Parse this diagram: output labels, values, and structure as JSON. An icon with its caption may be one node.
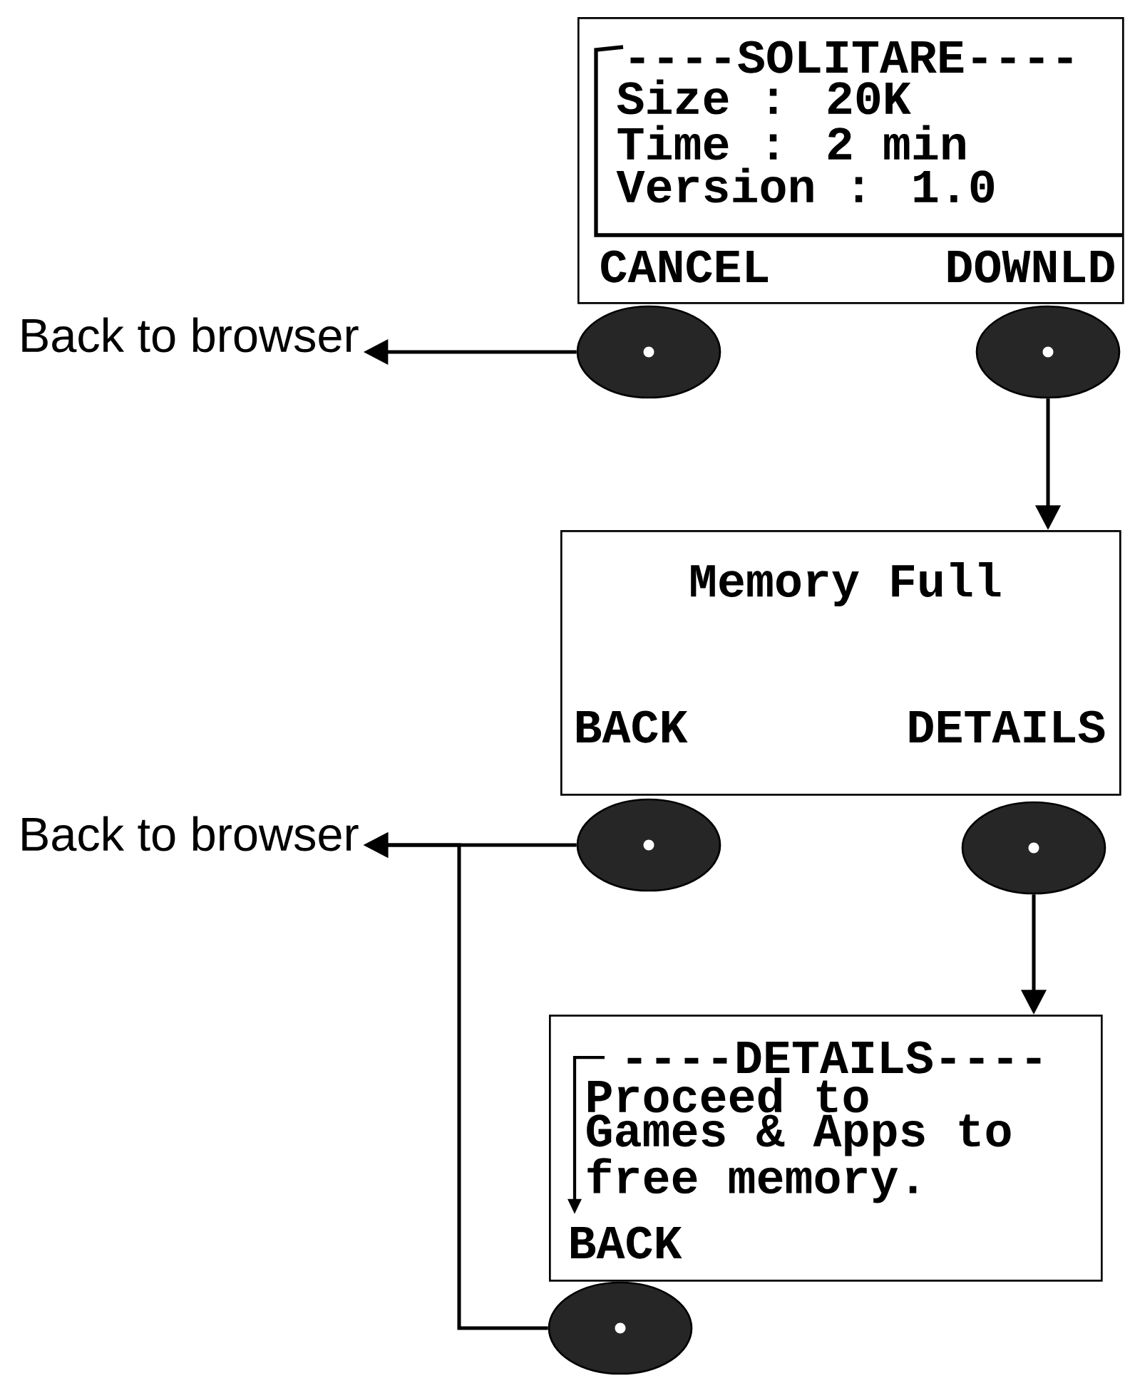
{
  "diagram": {
    "nodes": [
      {
        "text": [
          "----SOLITARE----",
          "Size : 20K",
          "Time : 2 min",
          "Version : 1.0",
          "CANCEL",
          "DOWNLD"
        ]
      },
      {
        "text": [
          "Back to browser"
        ]
      },
      {
        "text": [],
        "shape": "oval"
      },
      {
        "text": [],
        "shape": "oval"
      },
      {
        "text": [
          "Memory Full",
          "BACK",
          "DETAILS"
        ]
      },
      {
        "text": [
          "Back to browser"
        ]
      },
      {
        "text": [],
        "shape": "oval"
      },
      {
        "text": [],
        "shape": "oval"
      },
      {
        "text": [
          "----DETAILS----",
          "Proceed to Games & Apps to free memory.",
          "BACK"
        ]
      },
      {
        "text": [],
        "shape": "oval"
      }
    ],
    "edges": [
      {
        "from": 2,
        "to": 1,
        "arrow": "to"
      },
      {
        "from": 3,
        "to": 4,
        "arrow": "to"
      },
      {
        "from": 6,
        "to": 5,
        "arrow": "to"
      },
      {
        "from": 9,
        "to": 5,
        "arrow": "to"
      },
      {
        "from": 7,
        "to": 8,
        "arrow": "to"
      }
    ]
  }
}
